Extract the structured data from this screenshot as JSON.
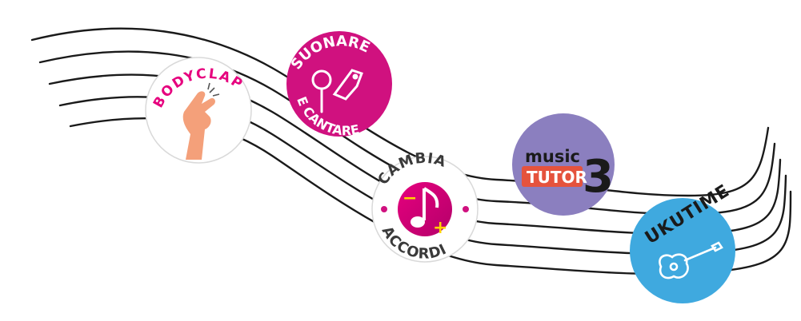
{
  "badges": {
    "bodyclap": {
      "label": "BODYCLAP",
      "bg": "#ffffff",
      "text_color": "#e6007e",
      "icon": "snapping-hand-icon",
      "icon_color": "#f4a07a"
    },
    "suonare": {
      "label_top": "SUONARE",
      "label_bottom": "E CANTARE",
      "bg": "#d0117f",
      "text_color": "#ffffff",
      "icon": "microphone-guitar-icon"
    },
    "cambia": {
      "label_top": "CAMBIA",
      "label_bottom": "ACCORDI",
      "bg": "#ffffff",
      "text_color": "#3a3a3a",
      "accent": "#d0117f",
      "icon": "music-note-plus-minus-icon",
      "minus": "−",
      "plus": "+",
      "sign_color": "#ffd400"
    },
    "musictutor": {
      "word1": "music",
      "word2": "TUTOR",
      "digit": "3",
      "bg": "#8b7fbf",
      "box_color": "#e5533d",
      "text_color": "#1a1a1a"
    },
    "ukutime": {
      "label": "UKUTIME",
      "bg": "#3fa9df",
      "text_color": "#1a1a1a",
      "icon": "ukulele-icon"
    }
  },
  "colors": {
    "staff_lines": "#1a1a1a",
    "background": "#ffffff"
  }
}
